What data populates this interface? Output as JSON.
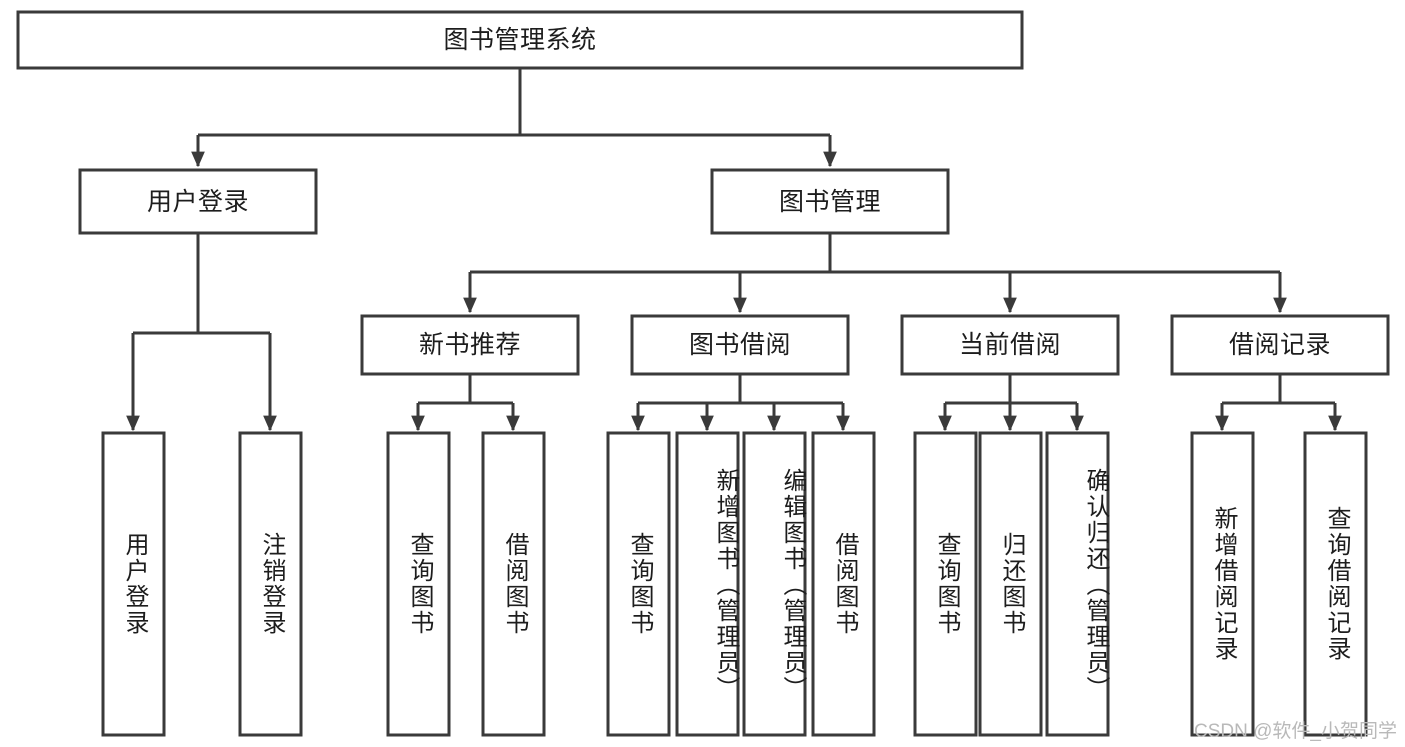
{
  "diagram": {
    "title": "图书管理系统",
    "type": "tree-hierarchy",
    "watermark": "CSDN @软件_小贺同学",
    "colors": {
      "stroke": "#3a3a3a",
      "fill": "#ffffff",
      "text": "#1d1d1d",
      "watermark": "#b9b9b9"
    },
    "root": {
      "label": "图书管理系统"
    },
    "level2": [
      {
        "label": "用户登录"
      },
      {
        "label": "图书管理"
      }
    ],
    "level3": [
      {
        "label": "新书推荐"
      },
      {
        "label": "图书借阅"
      },
      {
        "label": "当前借阅"
      },
      {
        "label": "借阅记录"
      }
    ],
    "leaves": {
      "user_login": [
        {
          "label": "用户登录"
        },
        {
          "label": "注销登录"
        }
      ],
      "new_book_recommend": [
        {
          "label": "查询图书"
        },
        {
          "label": "借阅图书"
        }
      ],
      "book_borrow": [
        {
          "label": "查询图书"
        },
        {
          "label": "新增图书（管理员）"
        },
        {
          "label": "编辑图书（管理员）"
        },
        {
          "label": "借阅图书"
        }
      ],
      "current_borrow": [
        {
          "label": "查询图书"
        },
        {
          "label": "归还图书"
        },
        {
          "label": "确认归还（管理员）"
        }
      ],
      "borrow_record": [
        {
          "label": "新增借阅记录"
        },
        {
          "label": "查询借阅记录"
        }
      ]
    }
  }
}
